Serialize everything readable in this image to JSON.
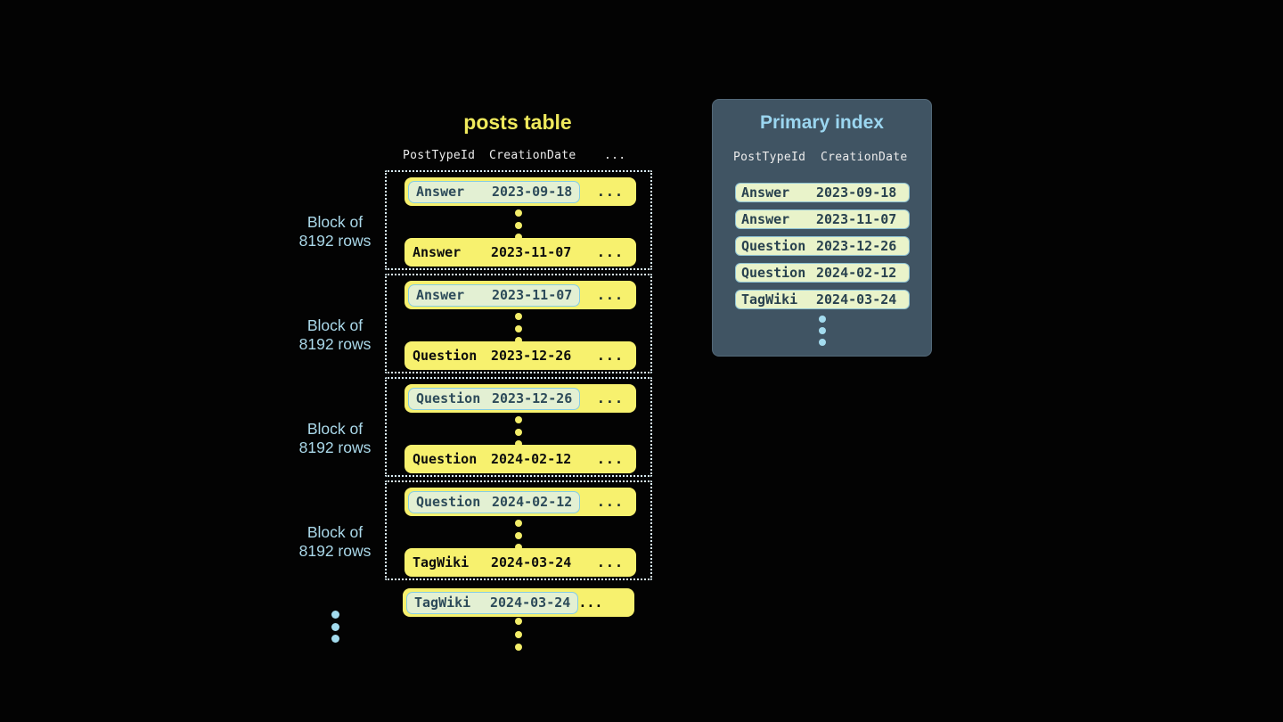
{
  "posts_table": {
    "title": "posts table",
    "columns": [
      "PostTypeId",
      "CreationDate",
      "..."
    ],
    "blocks": [
      {
        "label_line1": "Block of",
        "label_line2": "8192 rows",
        "first_row": {
          "type": "Answer",
          "date": "2023-09-18",
          "more": "..."
        },
        "last_row": {
          "type": "Answer",
          "date": "2023-11-07",
          "more": "..."
        }
      },
      {
        "label_line1": "Block of",
        "label_line2": "8192 rows",
        "first_row": {
          "type": "Answer",
          "date": "2023-11-07",
          "more": "..."
        },
        "last_row": {
          "type": "Question",
          "date": "2023-12-26",
          "more": "..."
        }
      },
      {
        "label_line1": "Block of",
        "label_line2": "8192 rows",
        "first_row": {
          "type": "Question",
          "date": "2023-12-26",
          "more": "..."
        },
        "last_row": {
          "type": "Question",
          "date": "2024-02-12",
          "more": "..."
        }
      },
      {
        "label_line1": "Block of",
        "label_line2": "8192 rows",
        "first_row": {
          "type": "Question",
          "date": "2024-02-12",
          "more": "..."
        },
        "last_row": {
          "type": "TagWiki",
          "date": "2024-03-24",
          "more": "..."
        }
      }
    ],
    "trailing_row": {
      "type": "TagWiki",
      "date": "2024-03-24",
      "more": "..."
    }
  },
  "primary_index": {
    "title": "Primary index",
    "columns": [
      "PostTypeId",
      "CreationDate"
    ],
    "rows": [
      {
        "type": "Answer",
        "date": "2023-09-18"
      },
      {
        "type": "Answer",
        "date": "2023-11-07"
      },
      {
        "type": "Question",
        "date": "2023-12-26"
      },
      {
        "type": "Question",
        "date": "2024-02-12"
      },
      {
        "type": "TagWiki",
        "date": "2024-03-24"
      }
    ]
  },
  "colors": {
    "background": "#030303",
    "row_yellow": "#f7f16e",
    "title_yellow": "#efe95c",
    "highlight_green": "#e3f0d3",
    "highlight_border_blue": "#86cde4",
    "dotted_border": "#d9edf6",
    "label_blue": "#abd9ea",
    "panel_bg": "#405463",
    "panel_title_blue": "#9bd6f0",
    "index_row_green": "#e9f3ca",
    "dot_blue": "#a3dbee"
  }
}
